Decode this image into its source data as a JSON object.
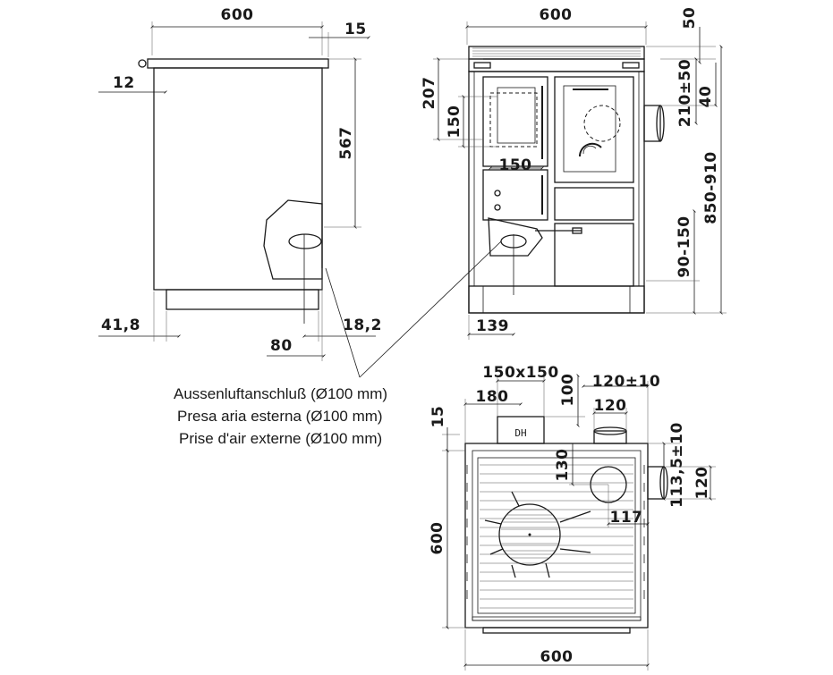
{
  "side_view": {
    "dim_width": "600",
    "dim_back_offset": "15",
    "dim_top_offset": "12",
    "dim_height_inlet": "567",
    "dim_foot": "41,8",
    "dim_inlet_from_front": "80",
    "dim_inlet_offset": "18,2"
  },
  "front_view": {
    "dim_width": "600",
    "dim_top": "50",
    "dim_left_height": "207",
    "dim_window": "150",
    "dim_handle": "150",
    "dim_flue_height": "210±50",
    "dim_flue_small": "40",
    "dim_total_height": "850-910",
    "dim_inlet_height": "90-150",
    "dim_inlet_side": "139"
  },
  "top_view": {
    "dim_opening": "150x150",
    "dim_opening_pos": "180",
    "dim_opening_depth": "100",
    "dim_flue_pos": "120±10",
    "dim_flue_dia": "120",
    "dim_back": "15",
    "dim_ring": "130",
    "dim_right_flue": "113,5±10",
    "dim_right_flue_dia": "120",
    "dim_ring_offset": "117",
    "dim_depth": "600",
    "dim_width": "600",
    "dh_label": "DH"
  },
  "air_inlet_note": {
    "line_de": "Aussenluftanschluß (Ø100 mm)",
    "line_it": "Presa aria esterna (Ø100 mm)",
    "line_fr": "Prise d'air externe (Ø100 mm)"
  }
}
